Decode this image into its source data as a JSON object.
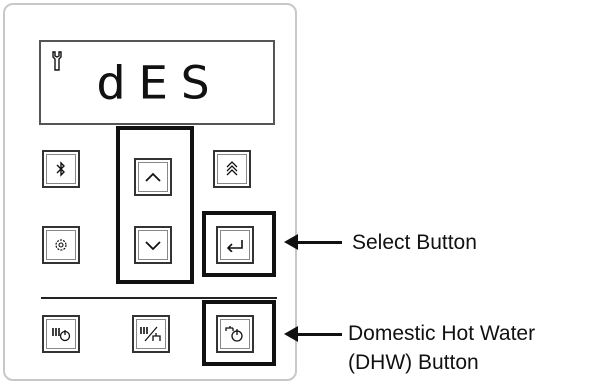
{
  "display": {
    "readout": "dES",
    "wrench_icon": "wrench-icon"
  },
  "buttons": {
    "bluetooth": "bluetooth-icon",
    "up": "chevron-up-icon",
    "fast_up": "double-chevron-up-icon",
    "settings": "gear-icon",
    "down": "chevron-down-icon",
    "select": "enter-icon",
    "heating": "heating-power-icon",
    "heating_dhw": "heating-dhw-icon",
    "dhw": "tap-power-icon"
  },
  "callouts": {
    "select_label": "Select Button",
    "dhw_label_line1": "Domestic Hot Water",
    "dhw_label_line2": "(DHW) Button"
  }
}
